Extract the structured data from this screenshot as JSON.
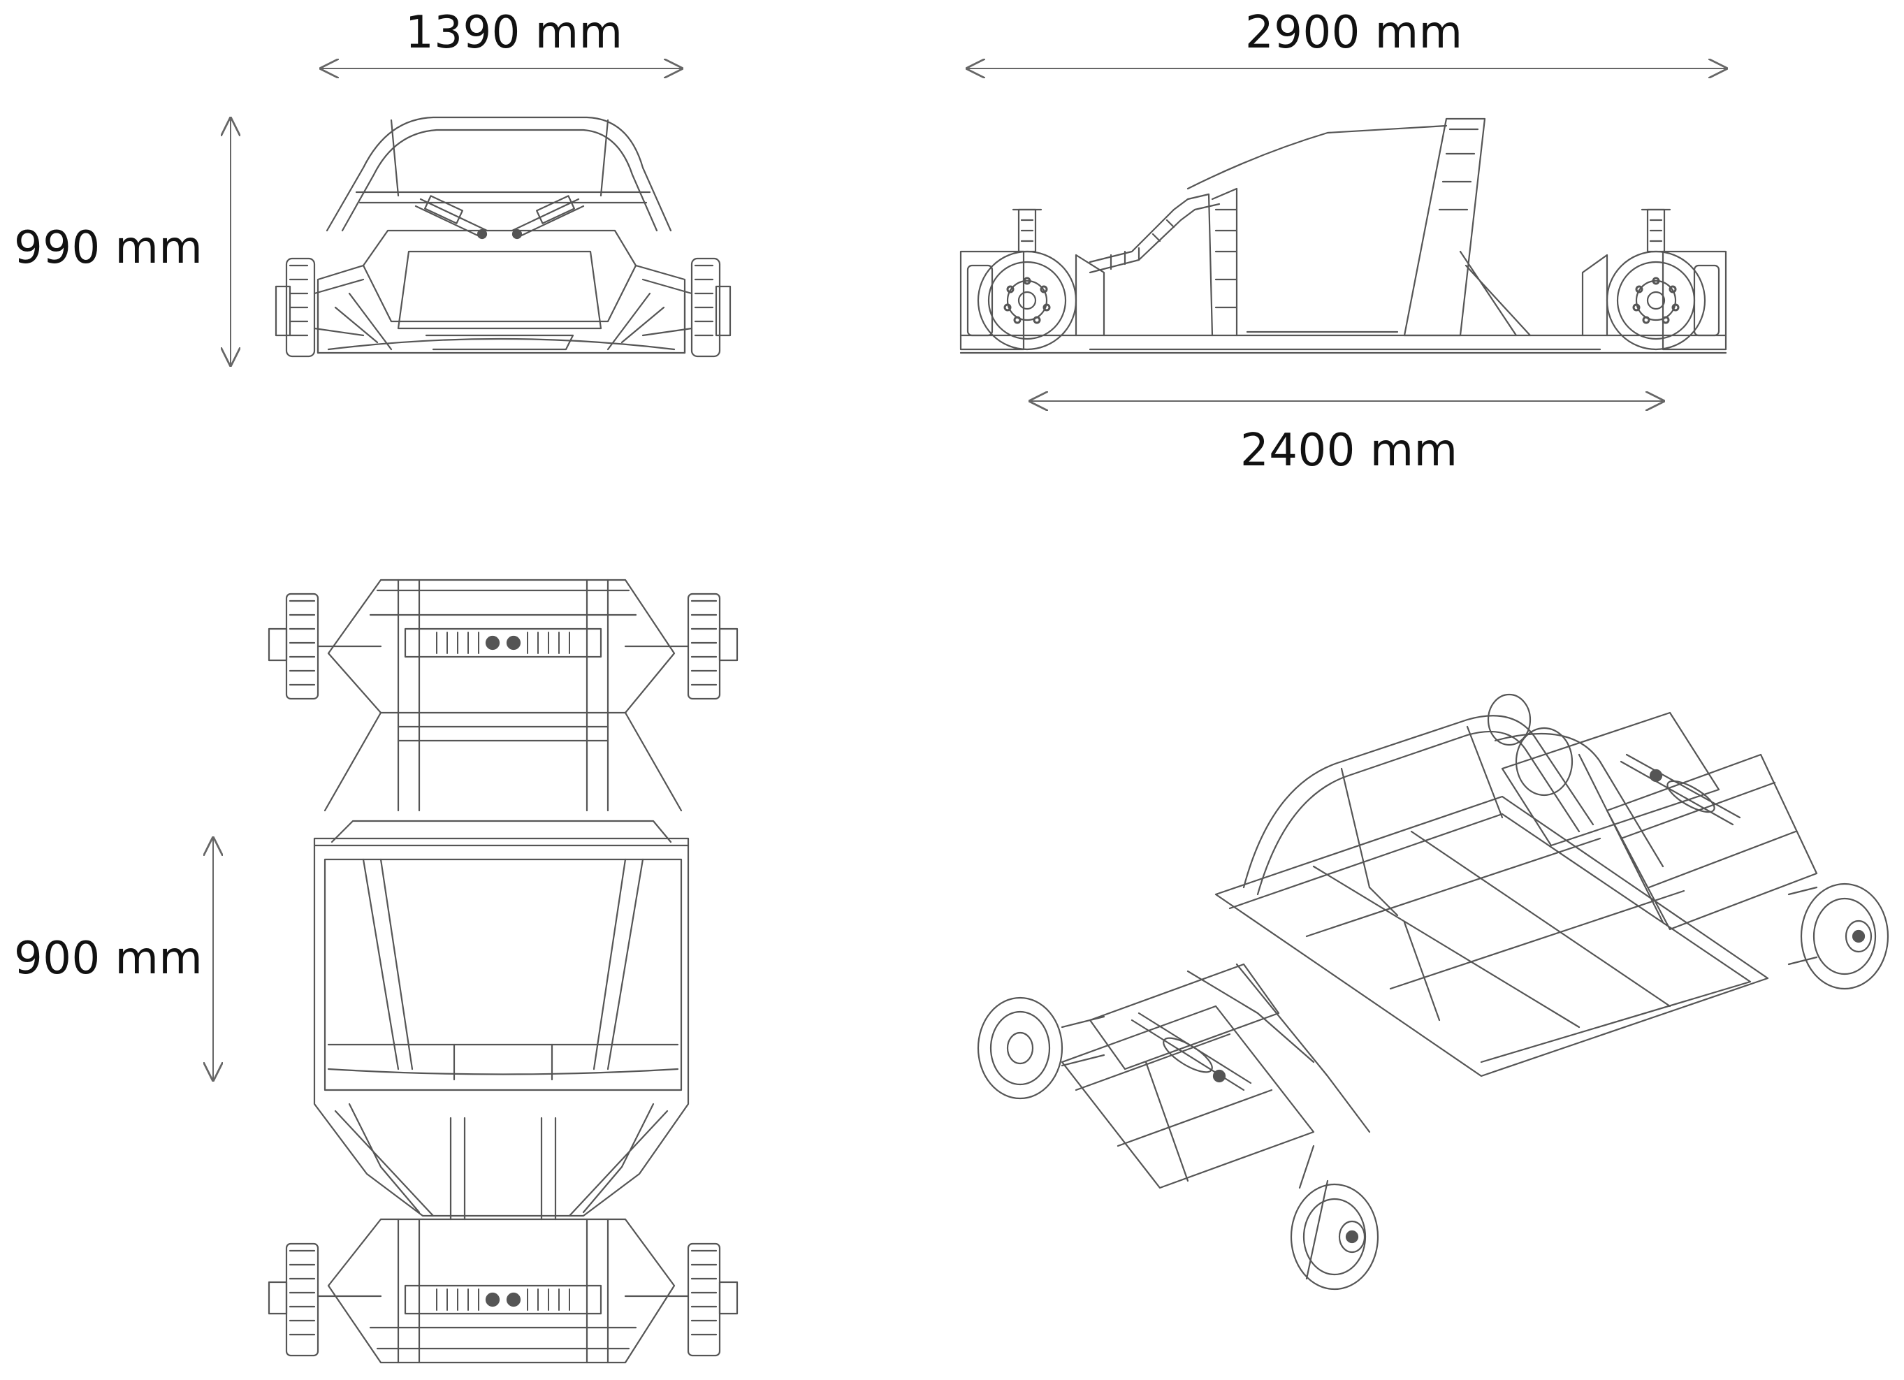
{
  "dimensions": {
    "front_track": "1390 mm",
    "overall_length": "2900 mm",
    "overall_height": "990 mm",
    "wheelbase": "2400 mm",
    "cockpit_length": "900 mm"
  },
  "colors": {
    "line": "#555555",
    "arrow": "#666666",
    "text": "#111111",
    "background": "#ffffff"
  }
}
